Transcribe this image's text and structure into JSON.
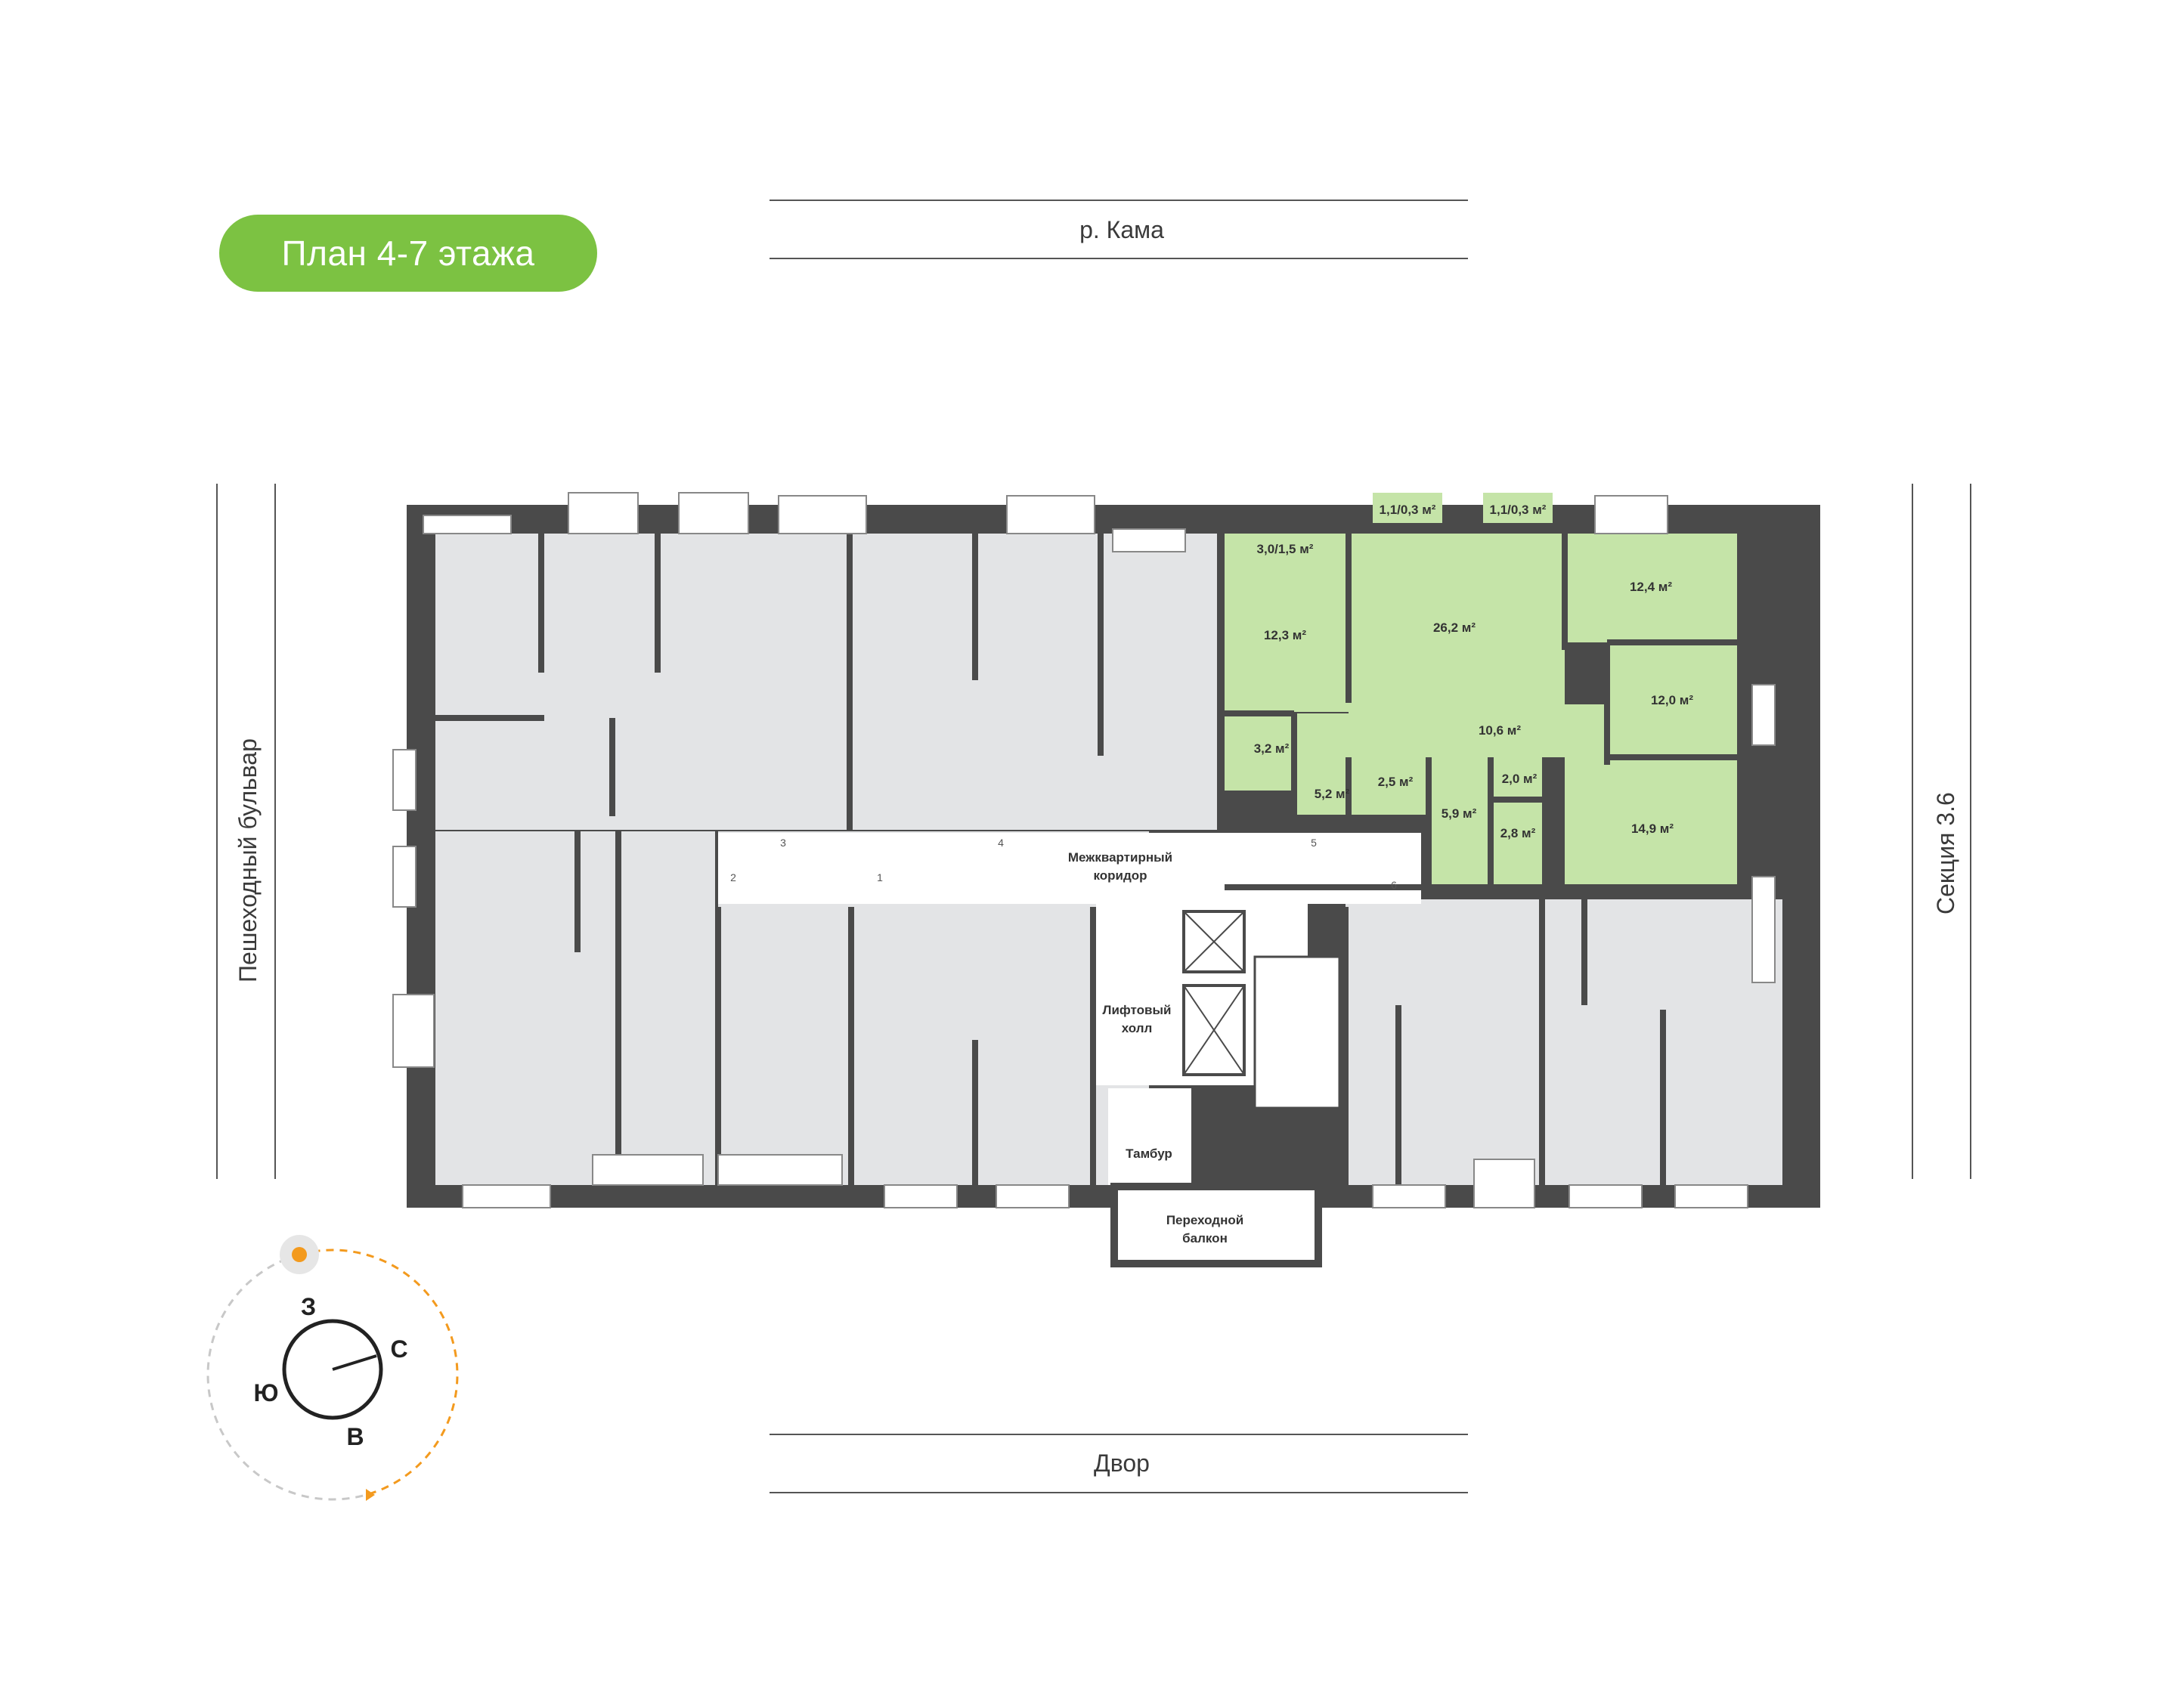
{
  "title": "План 4-7 этажа",
  "streets": {
    "top": "р. Кама",
    "bottom": "Двор",
    "left": "Пешеходный бульвар",
    "right": "Секция 3.6"
  },
  "common_areas": {
    "corridor_line1": "Межквартирный",
    "corridor_line2": "коридор",
    "lift_hall_line1": "Лифтовый",
    "lift_hall_line2": "холл",
    "vestibule": "Тамбур",
    "balcony_line1": "Переходной",
    "balcony_line2": "балкон"
  },
  "apartment_numbers": [
    "2",
    "3",
    "4",
    "5",
    "6",
    "1"
  ],
  "highlighted_apartment": {
    "rooms": [
      {
        "id": "loggia-1",
        "area": "3,0/1,5 м²"
      },
      {
        "id": "balcony-1",
        "area": "1,1/0,3 м²"
      },
      {
        "id": "balcony-2",
        "area": "1,1/0,3 м²"
      },
      {
        "id": "room-1",
        "area": "12,3 м²"
      },
      {
        "id": "kitchen-living",
        "area": "26,2 м²"
      },
      {
        "id": "room-2",
        "area": "12,4 м²"
      },
      {
        "id": "room-3",
        "area": "12,0 м²"
      },
      {
        "id": "hall",
        "area": "10,6 м²"
      },
      {
        "id": "bath-1",
        "area": "3,2 м²"
      },
      {
        "id": "hall-2",
        "area": "5,2 м²"
      },
      {
        "id": "storage",
        "area": "2,5 м²"
      },
      {
        "id": "wardrobe",
        "area": "5,9 м²"
      },
      {
        "id": "wc",
        "area": "2,0 м²"
      },
      {
        "id": "bath-2",
        "area": "2,8 м²"
      },
      {
        "id": "room-4",
        "area": "14,9 м²"
      }
    ],
    "color": "#c5e4a8"
  },
  "compass": {
    "letters": {
      "n": "З",
      "e": "С",
      "w": "Ю",
      "s": "В"
    },
    "sun_path_color": "#f39a1e"
  },
  "colors": {
    "wall": "#4a4a4a",
    "room": "#e3e4e6",
    "corridor": "#ffffff",
    "accent": "#7cc242"
  }
}
